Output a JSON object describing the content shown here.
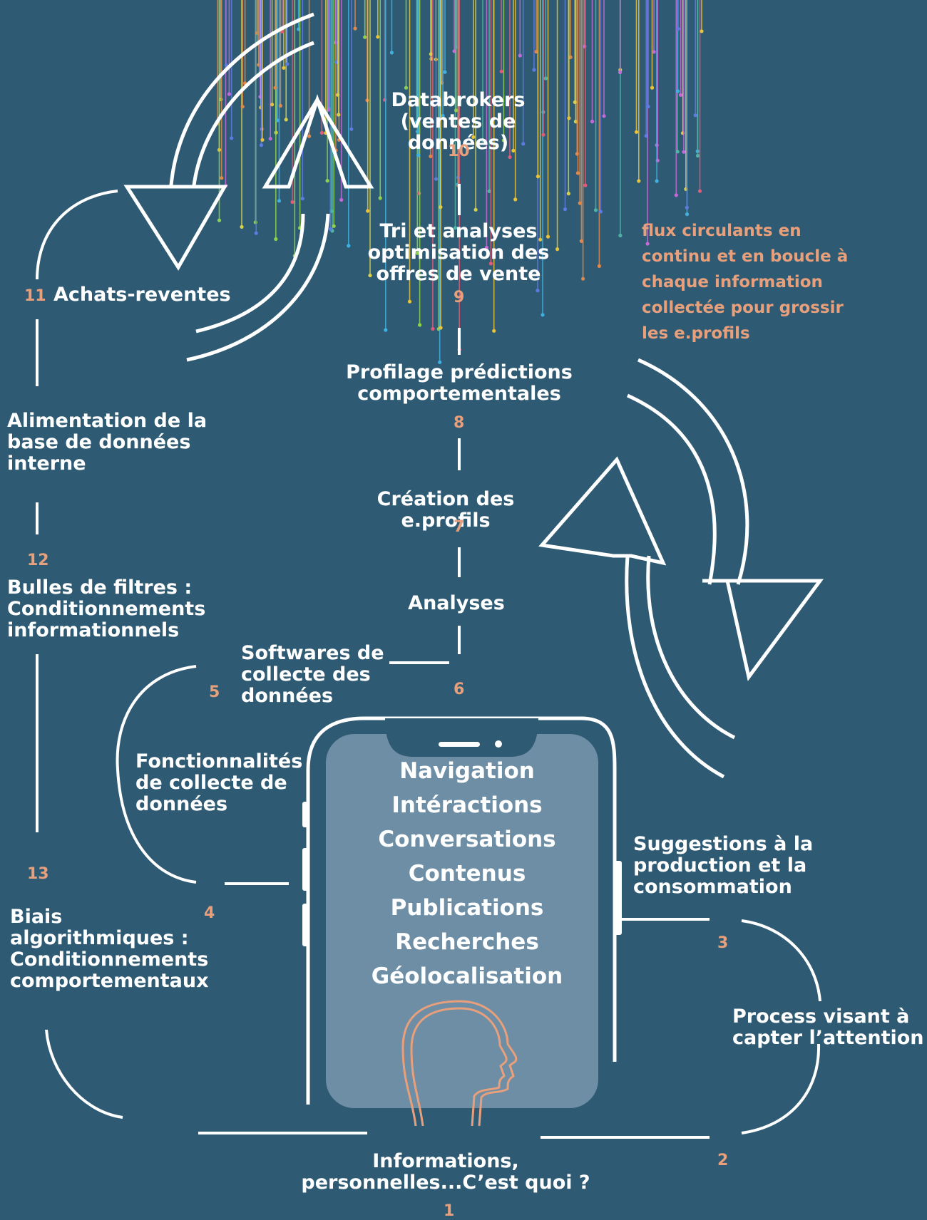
{
  "colors": {
    "background": "#2e5b73",
    "accent": "#e8a07c",
    "line": "#ffffff",
    "phone_screen": "#6d8ea5"
  },
  "labels": {
    "databrokers": "Databrokers\n(ventes de données)",
    "tri": "Tri et analyses\noptimisation des\noffres de vente",
    "profilage": "Profilage prédictions\ncomportementales",
    "creation": "Création des e.profils",
    "analyses": "Analyses",
    "softwares": "Softwares de\ncollecte des\ndonnées",
    "fonctionnalites": "Fonctionnalités\nde collecte de\ndonnées",
    "suggestions": "Suggestions à  la\nproduction et la\nconsommation",
    "process": "Process visant à\ncapter  l’attention",
    "informations": "Informations,\npersonnelles...C’est quoi ?",
    "achats": "Achats-reventes",
    "alimentation": "Alimentation de la\nbase de données\ninterne",
    "bulles": "Bulles de filtres :\nConditionnements\ninformationnels",
    "biais": "Biais\nalgorithmiques :\nConditionnements\ncomportementaux",
    "flux_note": "flux circulants en\ncontinu et en boucle à\nchaque information\ncollectée pour grossir\nles e.profils"
  },
  "numbers": {
    "n1": "1",
    "n2": "2",
    "n3": "3",
    "n4": "4",
    "n5": "5",
    "n6": "6",
    "n7": "7",
    "n8": "8",
    "n9": "9",
    "n10": "10",
    "n11": "11",
    "n12": "12",
    "n13": "13"
  },
  "phone_items": [
    "Navigation",
    "Intéractions",
    "Conversations",
    "Contenus",
    "Publications",
    "Recherches",
    "Géolocalisation"
  ],
  "icons": [
    "data-stream-lines",
    "cycle-arrow-top-left",
    "cycle-arrow-right",
    "smartphone-icon",
    "head-profile-icon"
  ]
}
